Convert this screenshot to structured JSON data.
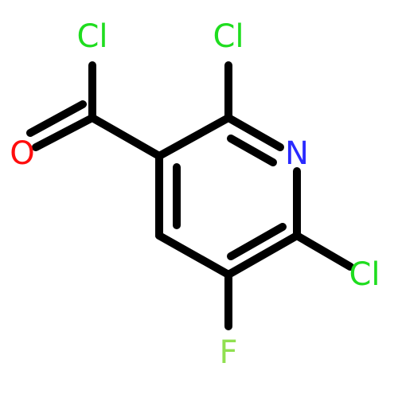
{
  "molecule": {
    "atoms": {
      "cl_acyl": {
        "symbol": "Cl",
        "color": "#1fdd1f"
      },
      "o": {
        "symbol": "O",
        "color": "#ff0d0d"
      },
      "cl_2": {
        "symbol": "Cl",
        "color": "#1fdd1f"
      },
      "n": {
        "symbol": "N",
        "color": "#2a2aff"
      },
      "cl_6": {
        "symbol": "Cl",
        "color": "#1fdd1f"
      },
      "f": {
        "symbol": "F",
        "color": "#90e050"
      }
    },
    "bond_color": "#000000",
    "background": "#ffffff"
  }
}
